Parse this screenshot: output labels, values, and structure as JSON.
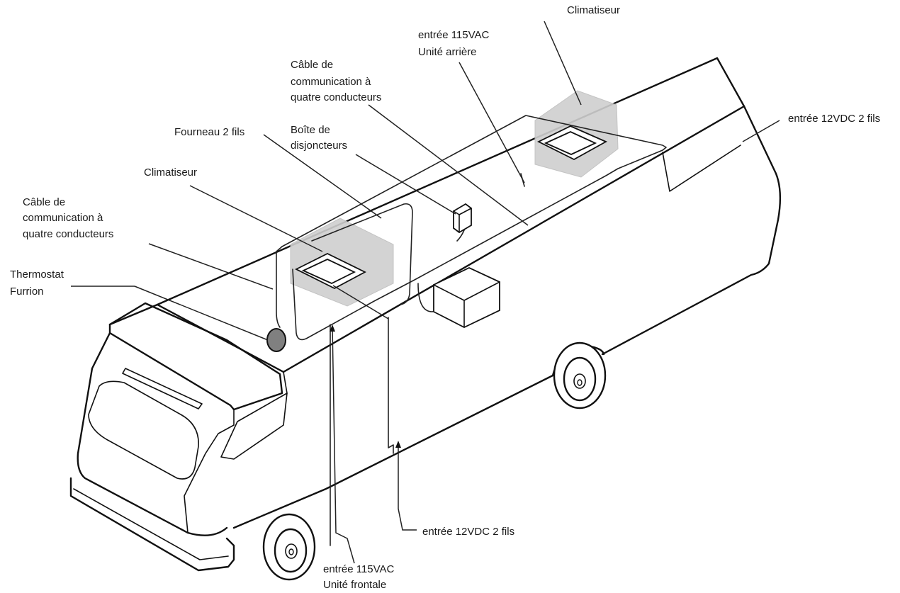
{
  "labels": {
    "ac_rear": "Climatiseur",
    "in115_rear_1": "entrée 115VAC",
    "in115_rear_2": "Unité arrière",
    "cable_top_1": "Câble de",
    "cable_top_2": "communication à",
    "cable_top_3": "quatre conducteurs",
    "in12_rear": "entrée 12VDC 2 fils",
    "furnace": "Fourneau 2 fils",
    "breaker_1": "Boîte de",
    "breaker_2": "disjoncteurs",
    "ac_front": "Climatiseur",
    "cable_left_1": "Câble de",
    "cable_left_2": "communication à",
    "cable_left_3": "quatre conducteurs",
    "thermo_1": "Thermostat",
    "thermo_2": "Furrion",
    "in12_bottom": "entrée 12VDC 2 fils",
    "in115_front_1": "entrée 115VAC",
    "in115_front_2": "Unité frontale"
  },
  "colors": {
    "line": "#111111",
    "ac_shadow": "#cfcfcf",
    "thermostat": "#808080"
  }
}
